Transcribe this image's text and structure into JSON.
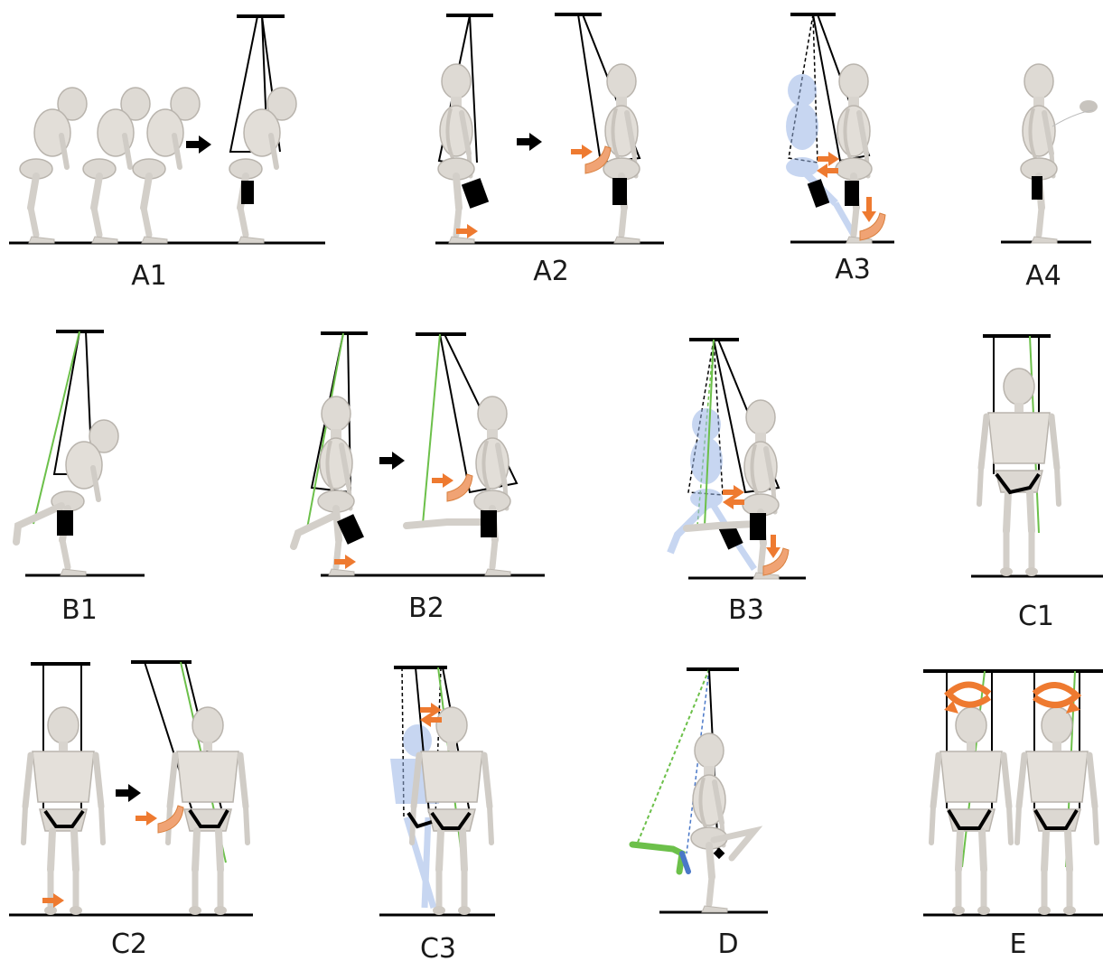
{
  "panels": {
    "A1": {
      "label": "A1"
    },
    "A2": {
      "label": "A2"
    },
    "A3": {
      "label": "A3"
    },
    "A4": {
      "label": "A4"
    },
    "B1": {
      "label": "B1"
    },
    "B2": {
      "label": "B2"
    },
    "B3": {
      "label": "B3"
    },
    "C1": {
      "label": "C1"
    },
    "C2": {
      "label": "C2"
    },
    "C3": {
      "label": "C3"
    },
    "D": {
      "label": "D"
    },
    "E": {
      "label": "E"
    }
  },
  "colors": {
    "line": "#000000",
    "assist": "#ee7a30",
    "spring": "#6cc04a",
    "ghost": "#9bb6e6",
    "bone": "#d8d4ce"
  }
}
